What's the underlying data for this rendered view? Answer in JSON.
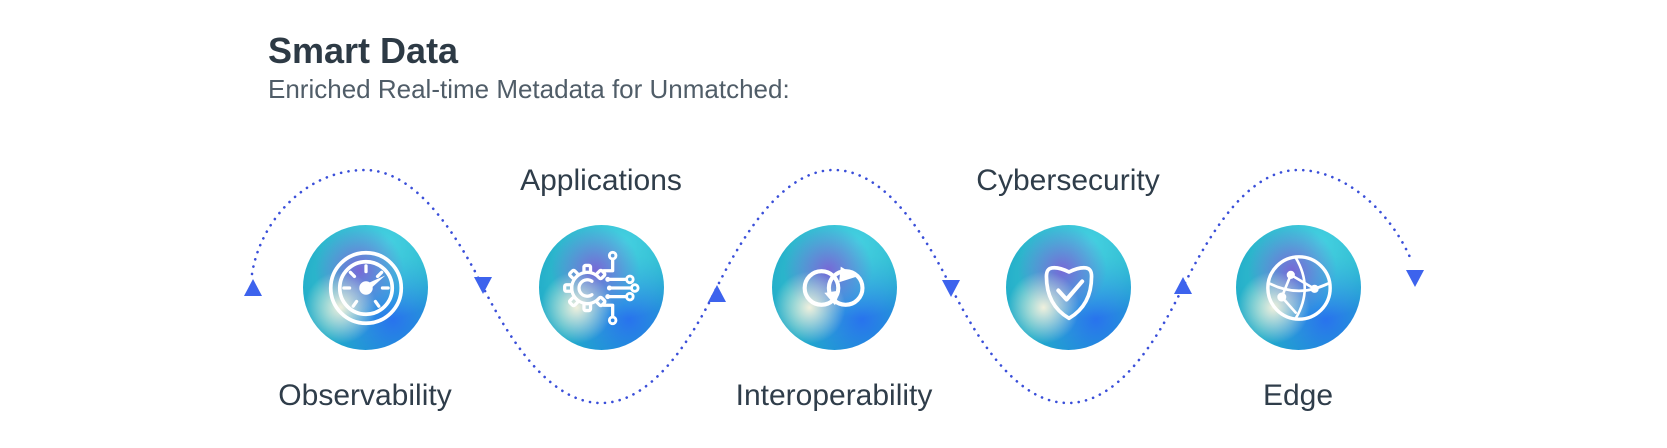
{
  "header": {
    "title": "Smart Data",
    "subtitle": "Enriched Real-time Metadata for Unmatched:"
  },
  "nodes": [
    {
      "label": "Observability",
      "icon": "gauge-icon",
      "label_position": "below"
    },
    {
      "label": "Applications",
      "icon": "gear-circuit-icon",
      "label_position": "above"
    },
    {
      "label": "Interoperability",
      "icon": "sync-infinity-icon",
      "label_position": "below"
    },
    {
      "label": "Cybersecurity",
      "icon": "shield-check-icon",
      "label_position": "above"
    },
    {
      "label": "Edge",
      "icon": "globe-network-icon",
      "label_position": "below"
    }
  ],
  "flow": {
    "style": "dotted-sine-path",
    "direction": "left-to-right",
    "arrows": [
      "up",
      "down",
      "up",
      "down",
      "up",
      "down"
    ],
    "path_color": "#3a4fd9",
    "arrow_color": "#3d63ed"
  },
  "colors": {
    "title_text": "#2d3a45",
    "subtitle_text": "#505d68",
    "label_text": "#2f3d4a",
    "sphere_teal": "#2ab4cb",
    "sphere_purple": "#7a64d6",
    "sphere_blue": "#286af2",
    "sphere_glow": "#faf4de",
    "icon_stroke": "#ffffff"
  }
}
